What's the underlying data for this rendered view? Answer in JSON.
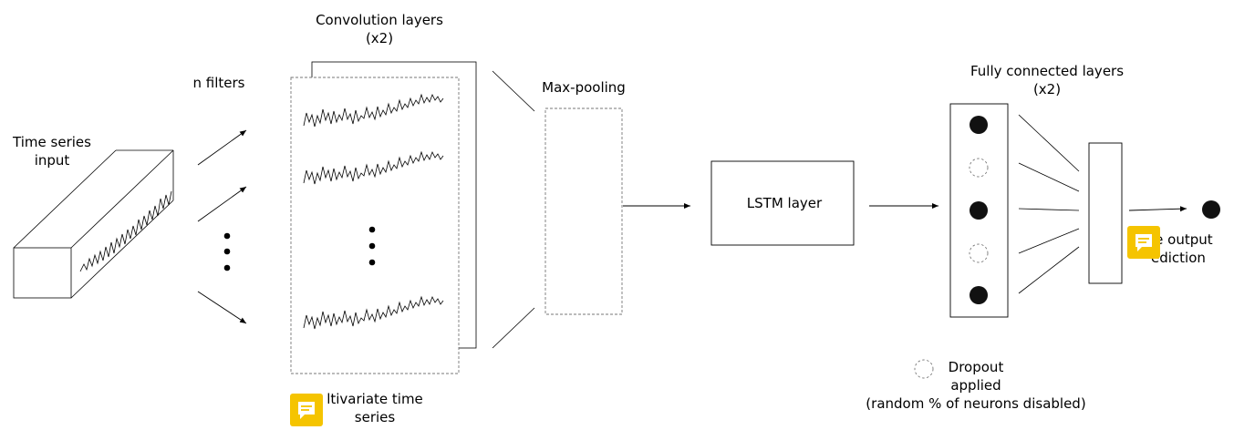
{
  "labels": {
    "time_series_input_1": "Time series",
    "time_series_input_2": "input",
    "n_filters": "n filters",
    "conv_title_1": "Convolution layers",
    "conv_title_2": "(x2)",
    "max_pooling": "Max-pooling",
    "lstm_layer": "LSTM layer",
    "fc_title_1": "Fully connected layers",
    "fc_title_2": "(x2)",
    "multivariate_1": "ltivariate time",
    "multivariate_2": "series",
    "single_output_1": "le output",
    "single_output_2": "ediction",
    "dropout_1": "Dropout",
    "dropout_2": "applied",
    "dropout_3": "(random % of neurons disabled)"
  },
  "colors": {
    "stroke": "#000000",
    "dashed": "#777777",
    "comment_badge": "#f5c400"
  },
  "icons": {
    "comment": "comment-icon"
  }
}
